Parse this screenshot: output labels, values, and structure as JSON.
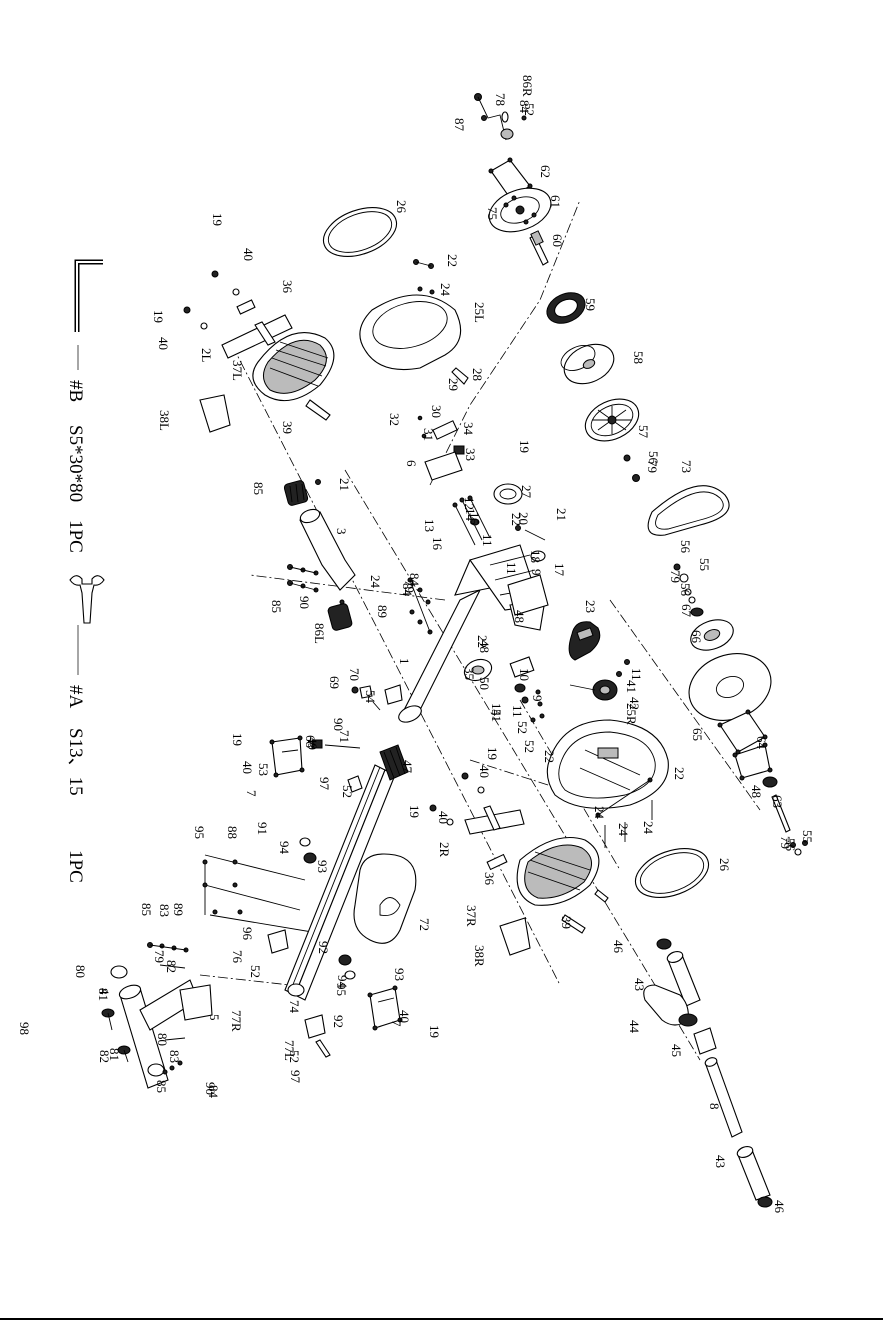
{
  "legend": {
    "item_b": {
      "code": "#B",
      "spec": "S5*30*80",
      "qty": "1PC"
    },
    "item_a": {
      "code": "#A",
      "spec": "S13、15",
      "qty": "1PC"
    }
  },
  "part_labels": [
    "1",
    "2L",
    "2R",
    "3",
    "4",
    "5",
    "6",
    "7",
    "7",
    "8",
    "9",
    "9",
    "10",
    "11",
    "11",
    "11",
    "11",
    "12",
    "13",
    "14",
    "14",
    "15",
    "16",
    "17",
    "18",
    "19",
    "19",
    "19",
    "19",
    "19",
    "19",
    "19",
    "20",
    "21",
    "21",
    "22",
    "22",
    "22",
    "22",
    "22",
    "23",
    "24",
    "24",
    "24",
    "24",
    "24",
    "25L",
    "25R",
    "26",
    "26",
    "27",
    "28",
    "29",
    "30",
    "31",
    "32",
    "33",
    "34",
    "35",
    "36",
    "36",
    "37L",
    "37R",
    "38L",
    "38R",
    "39",
    "39",
    "40",
    "40",
    "40",
    "40",
    "40",
    "40",
    "41",
    "42",
    "43",
    "43",
    "44",
    "45",
    "46",
    "46",
    "47",
    "48",
    "48",
    "48",
    "49",
    "50",
    "51",
    "52",
    "52",
    "52",
    "52",
    "52",
    "52",
    "53",
    "54",
    "55",
    "55",
    "56",
    "56",
    "56",
    "56",
    "57",
    "58",
    "59",
    "60",
    "61",
    "62",
    "63",
    "64",
    "65",
    "66",
    "67",
    "68",
    "69",
    "70",
    "71",
    "72",
    "73",
    "74",
    "75",
    "76",
    "77L",
    "77R",
    "78",
    "79",
    "79",
    "79",
    "79",
    "79",
    "80",
    "80",
    "81",
    "81",
    "82",
    "82",
    "83",
    "83",
    "84",
    "84",
    "84",
    "84",
    "85",
    "85",
    "85",
    "85",
    "86L",
    "86R",
    "87",
    "88",
    "89",
    "89",
    "90",
    "90",
    "90",
    "91",
    "92",
    "92",
    "93",
    "93",
    "94",
    "94",
    "95",
    "95",
    "96",
    "97",
    "97",
    "98"
  ]
}
